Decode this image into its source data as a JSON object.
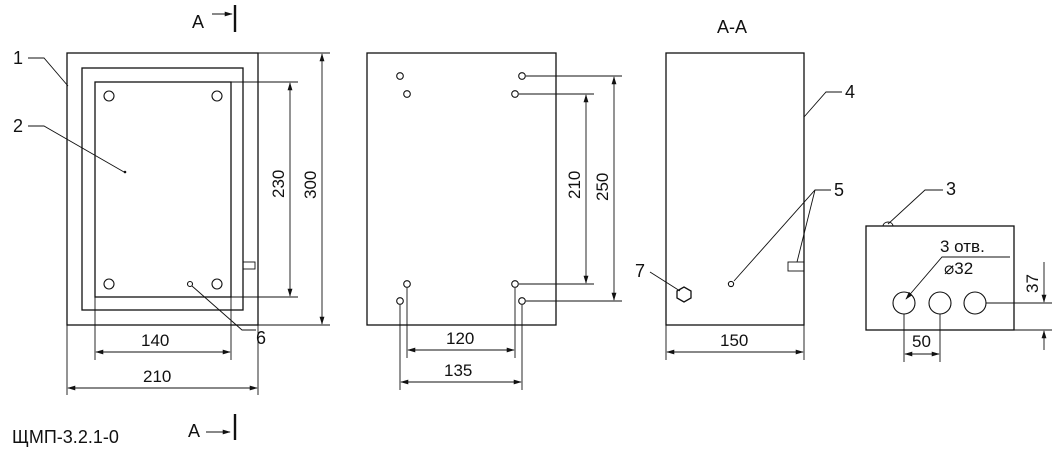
{
  "section_marks": {
    "top": "A",
    "bottom": "A",
    "view_title": "A-A"
  },
  "model_label": "ЩМП-3.2.1-0",
  "callouts": {
    "c1": "1",
    "c2": "2",
    "c3": "3",
    "c4": "4",
    "c5": "5",
    "c6": "6",
    "c7": "7"
  },
  "front_view": {
    "width": "210",
    "inner_width": "140",
    "height": "300",
    "inner_height": "230"
  },
  "back_view": {
    "hole_spacing_top": "120",
    "hole_spacing_bottom": "135",
    "height_inner": "210",
    "height_outer": "250"
  },
  "side_view": {
    "depth": "150"
  },
  "bottom_view": {
    "holes_note": "3 отв.",
    "hole_diameter": "⌀32",
    "hole_pitch": "50",
    "hole_offset": "37"
  }
}
